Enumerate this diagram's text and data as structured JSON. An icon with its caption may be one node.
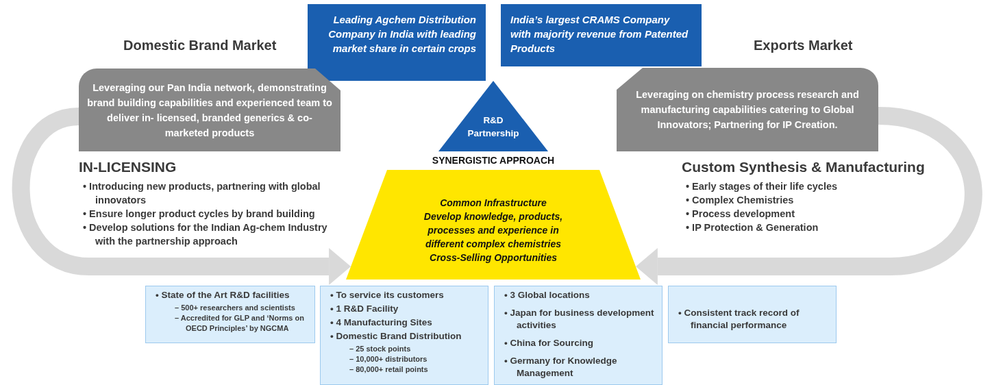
{
  "diagram": {
    "nodes": [
      {
        "text": [
          "Leading Agchem Distribution Company in India with leading market share in certain crops"
        ]
      },
      {
        "text": [
          "India’s largest CRAMS Company with majority revenue from Patented Products"
        ]
      },
      {
        "text": [
          "Leveraging our Pan India network, demonstrating brand building capabilities and experienced team to deliver in- licensed, branded generics & co-marketed products"
        ],
        "beside": [
          "Domestic Brand Market"
        ]
      },
      {
        "text": [
          "Leveraging on chemistry process research and manufacturing capabilities catering to Global Innovators; Partnering for IP Creation."
        ],
        "beside": [
          "Exports Market"
        ]
      },
      {
        "text": [
          "R&D Partnership"
        ]
      },
      {
        "text": [
          "Common Infrastructure",
          "Develop knowledge, products, processes and experience in different complex chemistries",
          "Cross-Selling Opportunities"
        ]
      },
      {
        "text": [
          "• State of the Art R&D facilities",
          "– 500+ researchers and scientists",
          "– Accredited for GLP and ‘Norms on OECD Principles’ by NGCMA"
        ]
      },
      {
        "text": [
          "• To service its customers",
          "• 1 R&D Facility",
          "• 4 Manufacturing Sites",
          "• Domestic Brand Distribution",
          "– 25 stock points",
          "– 10,000+ distributors",
          "– 80,000+ retail points"
        ]
      },
      {
        "text": [
          "• 3 Global locations",
          "• Japan for business development activities",
          "• China for Sourcing",
          "• Germany for Knowledge Management"
        ]
      },
      {
        "text": [
          "• Consistent track record of financial performance"
        ]
      }
    ],
    "edges": [
      {
        "from": 2,
        "to": 5,
        "arrow": "to"
      },
      {
        "from": 3,
        "to": 5,
        "arrow": "to"
      }
    ],
    "labels": [
      "SYNERGISTIC APPROACH",
      "IN-LICENSING",
      "• Introducing new products, partnering with global innovators",
      "• Ensure longer product cycles by brand building",
      "• Develop solutions for the Indian Ag-chem Industry with the partnership approach",
      "Custom Synthesis & Manufacturing",
      "• Early stages of their life cycles",
      "• Complex Chemistries",
      "• Process development",
      "• IP Protection & Generation"
    ]
  }
}
